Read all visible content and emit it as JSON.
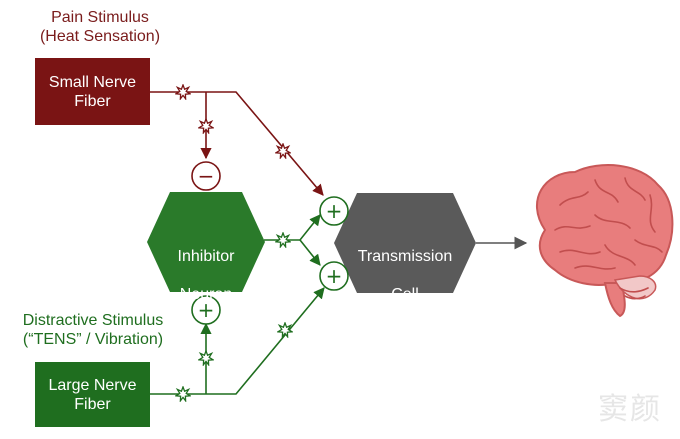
{
  "pain_stimulus": {
    "line1": "Pain Stimulus",
    "line2": "(Heat Sensation)"
  },
  "small_fiber": {
    "line1": "Small Nerve",
    "line2": "Fiber"
  },
  "inhibitor": {
    "line1": "Inhibitor",
    "line2": "Neuron"
  },
  "transmission": {
    "line1": "Transmission",
    "line2": "Cell"
  },
  "distractive_stimulus": {
    "line1": "Distractive Stimulus",
    "line2": "(“TENS” / Vibration)"
  },
  "large_fiber": {
    "line1": "Large Nerve",
    "line2": "Fiber"
  },
  "signs": {
    "minus": "−",
    "plus": "+"
  },
  "watermark": "窦颜",
  "colors": {
    "small_fiber": "#7a1414",
    "large_fiber": "#1f6e1f",
    "inhibitor": "#2a7a2a",
    "transmission": "#5a5a5a",
    "brain": "#e87d7d"
  }
}
